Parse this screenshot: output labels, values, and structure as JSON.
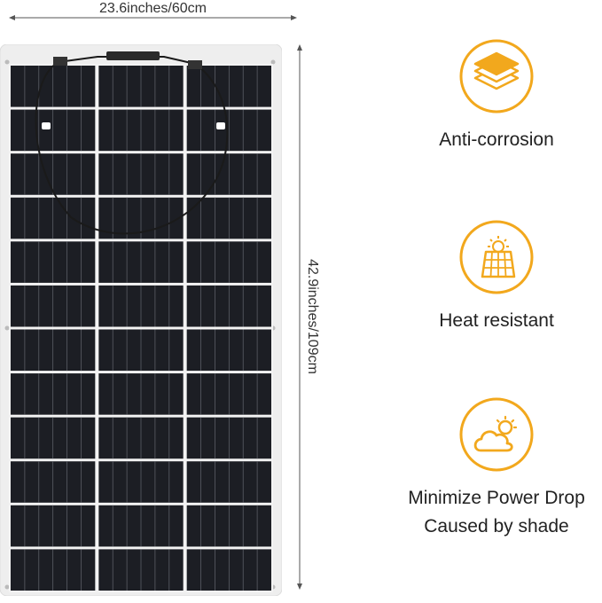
{
  "dimensions": {
    "width_label": "23.6inches/60cm",
    "height_label": "42.9inches/109cm"
  },
  "features": [
    {
      "icon": "layers-icon",
      "caption": "Anti-corrosion"
    },
    {
      "icon": "sun-solar-panel-icon",
      "caption": "Heat resistant"
    },
    {
      "icon": "cloud-sun-icon",
      "caption_line1": "Minimize Power Drop",
      "caption_line2": "Caused by shade"
    }
  ],
  "colors": {
    "accent": "#F2A81D",
    "panel_cell": "#1c1e24",
    "panel_border": "#eeeeee"
  }
}
